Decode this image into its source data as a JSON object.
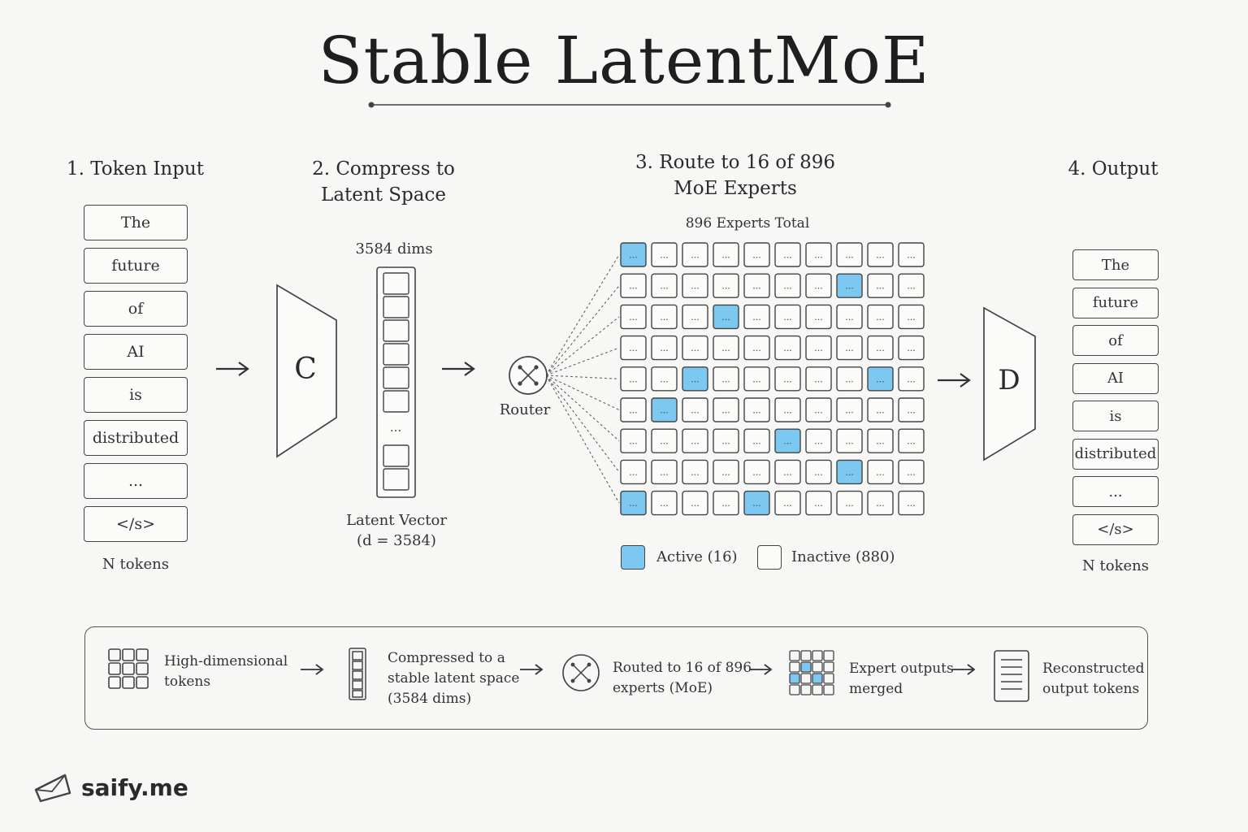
{
  "title": "Stable LatentMoE",
  "steps": {
    "input": {
      "title_line1": "1. Token Input",
      "tokens": [
        "The",
        "future",
        "of",
        "AI",
        "is",
        "distributed",
        "...",
        "</s>"
      ],
      "caption": "N tokens"
    },
    "compress": {
      "title_line1": "2. Compress to",
      "title_line2": "Latent Space",
      "compressor_label": "C",
      "dims_label": "3584 dims",
      "vector_ellipsis": "...",
      "caption_line1": "Latent Vector",
      "caption_line2": "(d = 3584)"
    },
    "route": {
      "title_line1": "3. Route to 16 of 896",
      "title_line2": "MoE Experts",
      "grid_label": "896 Experts Total",
      "router_label": "Router",
      "cell_text": "...",
      "rows": 9,
      "cols": 10,
      "active_cells": [
        [
          0,
          0
        ],
        [
          1,
          7
        ],
        [
          2,
          3
        ],
        [
          4,
          2
        ],
        [
          4,
          8
        ],
        [
          5,
          1
        ],
        [
          6,
          5
        ],
        [
          7,
          7
        ],
        [
          8,
          0
        ],
        [
          8,
          4
        ]
      ],
      "legend_active": "Active (16)",
      "legend_inactive": "Inactive (880)"
    },
    "output": {
      "title_line1": "4. Output",
      "decoder_label": "D",
      "tokens": [
        "The",
        "future",
        "of",
        "AI",
        "is",
        "distributed",
        "...",
        "</s>"
      ],
      "caption": "N tokens"
    }
  },
  "summary": [
    {
      "icon": "grid-tokens-icon",
      "line1": "High-dimensional",
      "line2": "tokens"
    },
    {
      "icon": "latent-vector-icon",
      "line1": "Compressed to a",
      "line2": "stable latent space",
      "line3": "(3584 dims)"
    },
    {
      "icon": "router-icon",
      "line1": "Routed to 16 of 896",
      "line2": "experts (MoE)"
    },
    {
      "icon": "expert-grid-icon",
      "line1": "Expert outputs",
      "line2": "merged"
    },
    {
      "icon": "document-icon",
      "line1": "Reconstructed",
      "line2": "output tokens"
    }
  ],
  "brand": "saify.me",
  "colors": {
    "active": "#7cc8f0",
    "ink": "#333333",
    "paper": "#f7f7f6"
  }
}
